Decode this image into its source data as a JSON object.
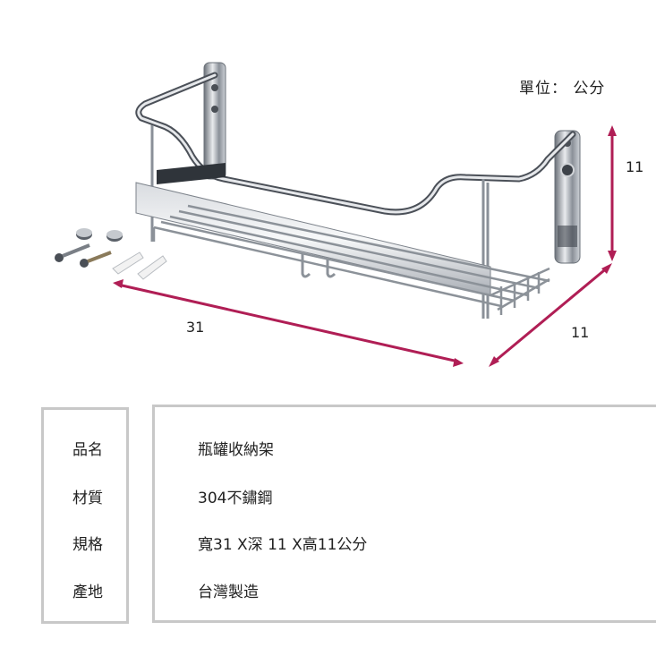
{
  "unit_label": "單位： 公分",
  "dimensions": {
    "width": "31",
    "depth": "11",
    "height": "11"
  },
  "specs": [
    {
      "label": "品名",
      "value": "瓶罐收納架"
    },
    {
      "label": "材質",
      "value": "304不鏽鋼"
    },
    {
      "label": "規格",
      "value": "寬31 X深 11 X高11公分"
    },
    {
      "label": "產地",
      "value": "台灣製造"
    }
  ],
  "colors": {
    "arrow": "#b01e55",
    "border": "#c8c8c8",
    "steel": "#9aa0a8"
  }
}
